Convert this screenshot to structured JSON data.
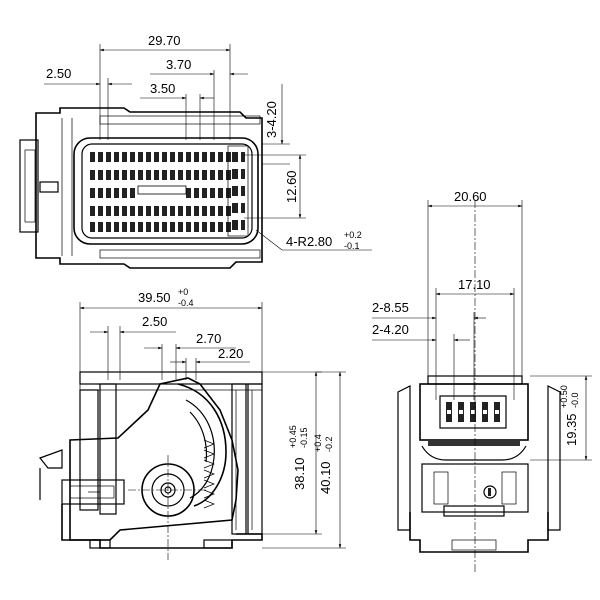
{
  "top_view": {
    "dim_width": "29.70",
    "dim_pitch_a": "2.50",
    "dim_pitch_b": "3.70",
    "dim_pitch_c": "3.50",
    "dim_3_4_20": "3-4.20",
    "dim_height": "12.60",
    "dim_radius_main": "4-R2.80",
    "dim_radius_tol_upper": "+0.2",
    "dim_radius_tol_lower": "-0.1"
  },
  "front_view": {
    "dim_width_main": "39.50",
    "dim_width_tol_upper": "+0",
    "dim_width_tol_lower": "-0.4",
    "dim_a": "2.50",
    "dim_b": "2.70",
    "dim_c": "2.20",
    "dim_h1_main": "38.10",
    "dim_h1_tol_upper": "+0.45",
    "dim_h1_tol_lower": "-0.15",
    "dim_h2_main": "40.10",
    "dim_h2_tol_upper": "+0.4",
    "dim_h2_tol_lower": "-0.2"
  },
  "side_view": {
    "dim_width": "20.60",
    "dim_inner": "17.10",
    "dim_2_855": "2-8.55",
    "dim_2_420": "2-4.20",
    "dim_h_main": "19.35",
    "dim_h_tol_upper": "+0.50",
    "dim_h_tol_lower": "-0.0"
  }
}
